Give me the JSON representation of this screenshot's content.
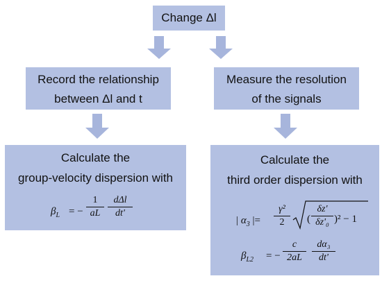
{
  "colors": {
    "box": "#b3c0e2",
    "arrow": "#a7b5dc"
  },
  "top_box": {
    "label": "Change  Δl"
  },
  "left_record": {
    "line1": "Record the relationship",
    "line2": "between Δl and t"
  },
  "right_measure": {
    "line1": "Measure the resolution",
    "line2": "of the signals"
  },
  "left_calc": {
    "line1": "Calculate the",
    "line2": "group-velocity dispersion with",
    "formula": {
      "lhs": "β",
      "lhs_sub": "L",
      "eq": "= −",
      "f1_num": "1",
      "f1_den": "aL",
      "f2_num": "dΔl",
      "f2_den": "dt'"
    }
  },
  "right_calc": {
    "line1": "Calculate the",
    "line2": "third order dispersion with",
    "formula1": {
      "lhs": "| α",
      "lhs_sub": "3",
      "lhs_end": " |=",
      "f1_num": "γ²",
      "f1_den": "2",
      "inner_open": "(",
      "f2_num": "δz'",
      "f2_den": "δz'₀",
      "inner_close": ")² − 1"
    },
    "formula2": {
      "lhs": "β",
      "lhs_sub": "L2",
      "eq": "= −",
      "f1_num": "c",
      "f1_den": "2aL",
      "f2_num": "dα₃",
      "f2_den": "dt'"
    }
  }
}
